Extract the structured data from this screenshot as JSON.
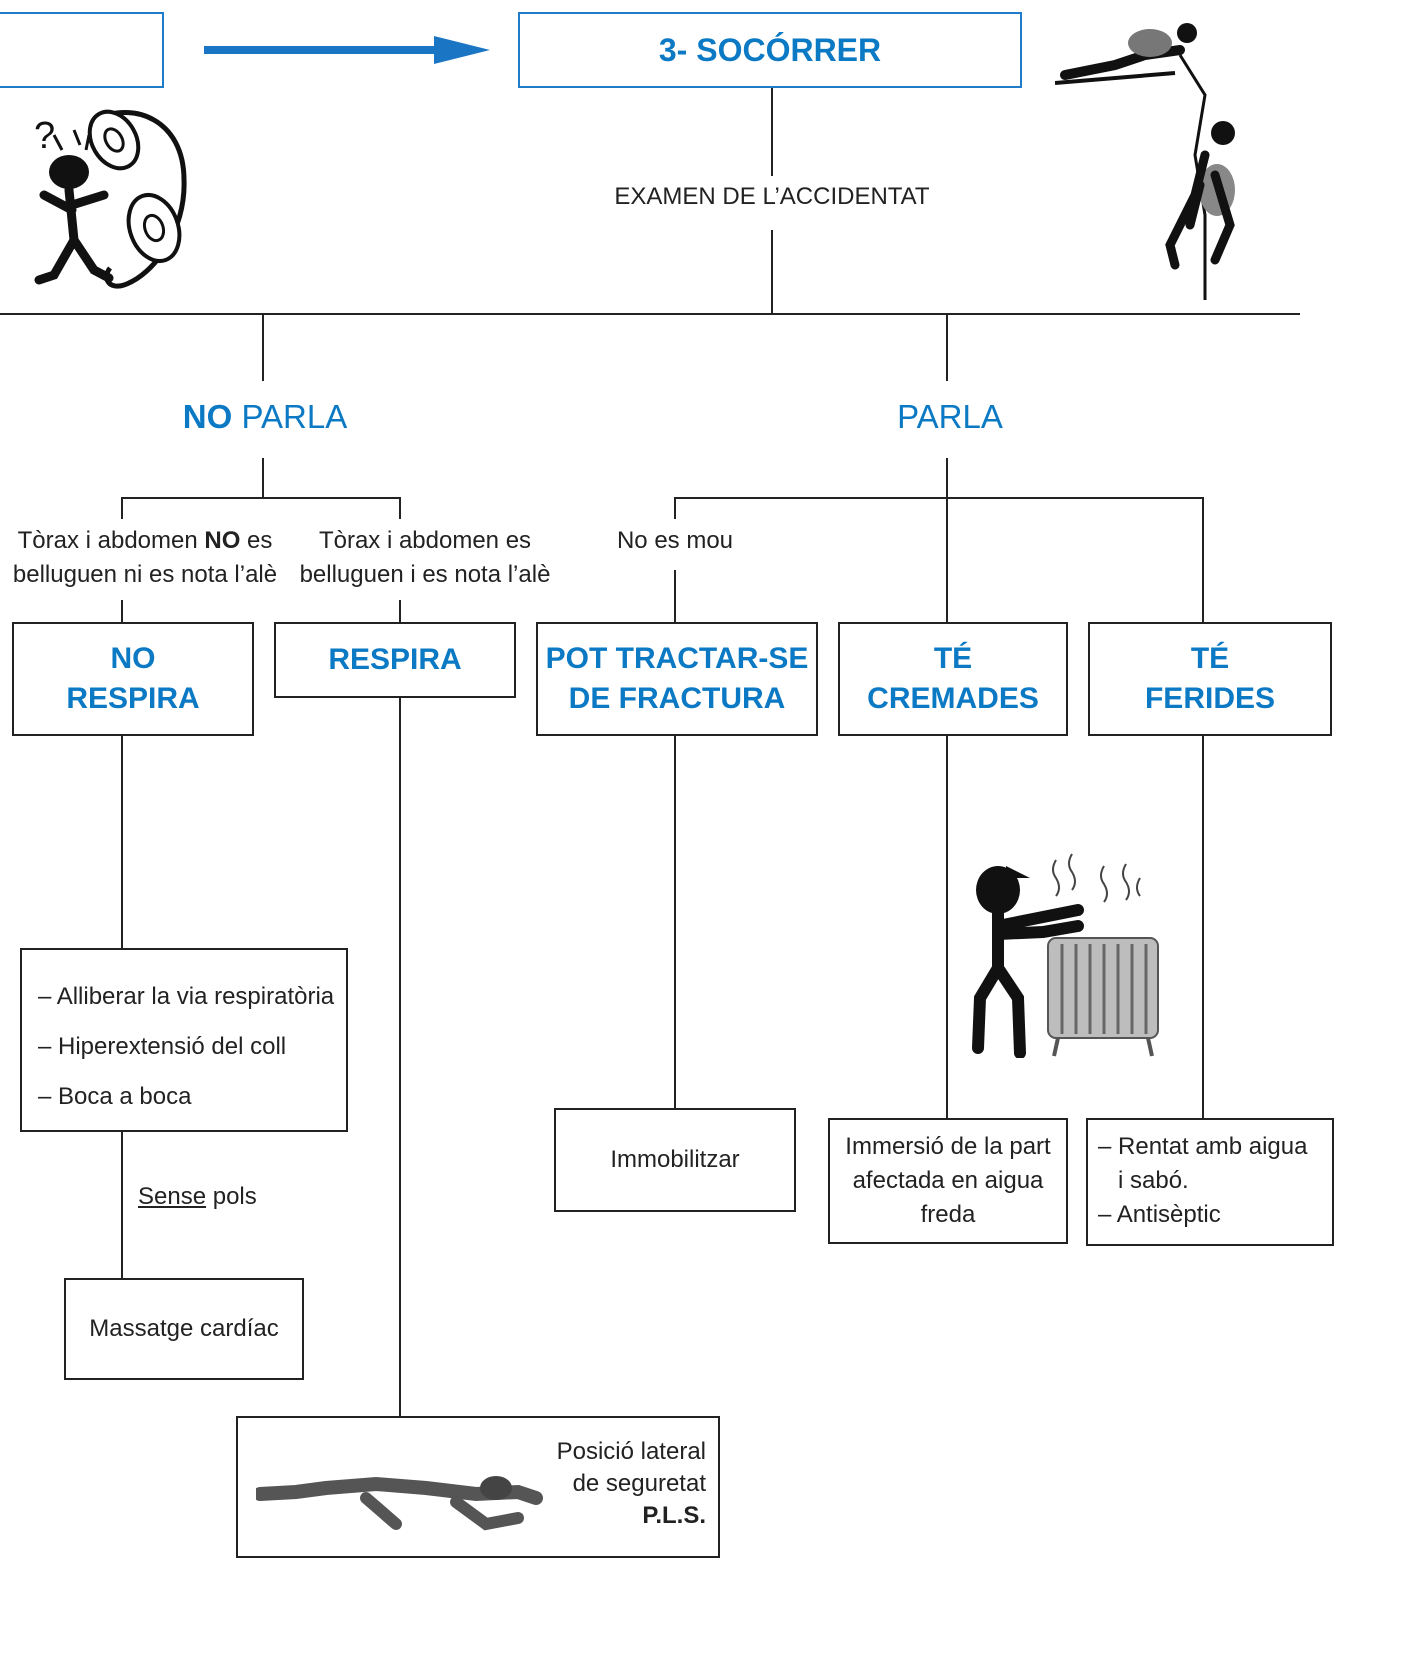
{
  "colors": {
    "accent": "#0b79c3",
    "line": "#222222",
    "arrow": "#1a75c4"
  },
  "header": {
    "step_title": "3- SOCÓRRER"
  },
  "exam_label": "EXAMEN DE L’ACCIDENTAT",
  "branches": {
    "no_parla": {
      "bold": "NO",
      "rest": " PARLA"
    },
    "parla": {
      "label": "PARLA"
    }
  },
  "conditions": {
    "no_moves_line1_pre": "Tòrax i abdomen ",
    "no_moves_line1_bold": "NO",
    "no_moves_line1_post": " es",
    "no_moves_line2": "belluguen ni es nota l’alè",
    "moves_line1": "Tòrax i abdomen es",
    "moves_line2": "belluguen i es nota l’alè",
    "no_es_mou": "No es mou"
  },
  "states": {
    "no_respira_1": "NO",
    "no_respira_2": "RESPIRA",
    "respira": "RESPIRA",
    "fractura_1": "POT TRACTAR-SE",
    "fractura_2": "DE FRACTURA",
    "cremades_1": "TÉ",
    "cremades_2": "CREMADES",
    "ferides_1": "TÉ",
    "ferides_2": "FERIDES"
  },
  "actions": {
    "rcp": [
      "– Alliberar la via respiratòria",
      "– Hiperextensió del coll",
      "– Boca a boca"
    ],
    "sense_pols_u": "Sense",
    "sense_pols_rest": " pols",
    "massatge": "Massatge cardíac",
    "immobilitzar": "Immobilitzar",
    "cremades": [
      "Immersió de la part",
      "afectada en aigua",
      "freda"
    ],
    "ferides": [
      "– Rentat amb aigua",
      "   i sabó.",
      "– Antisèptic"
    ],
    "pls_1": "Posició lateral",
    "pls_2": "de seguretat",
    "pls_3": "P.L.S."
  }
}
